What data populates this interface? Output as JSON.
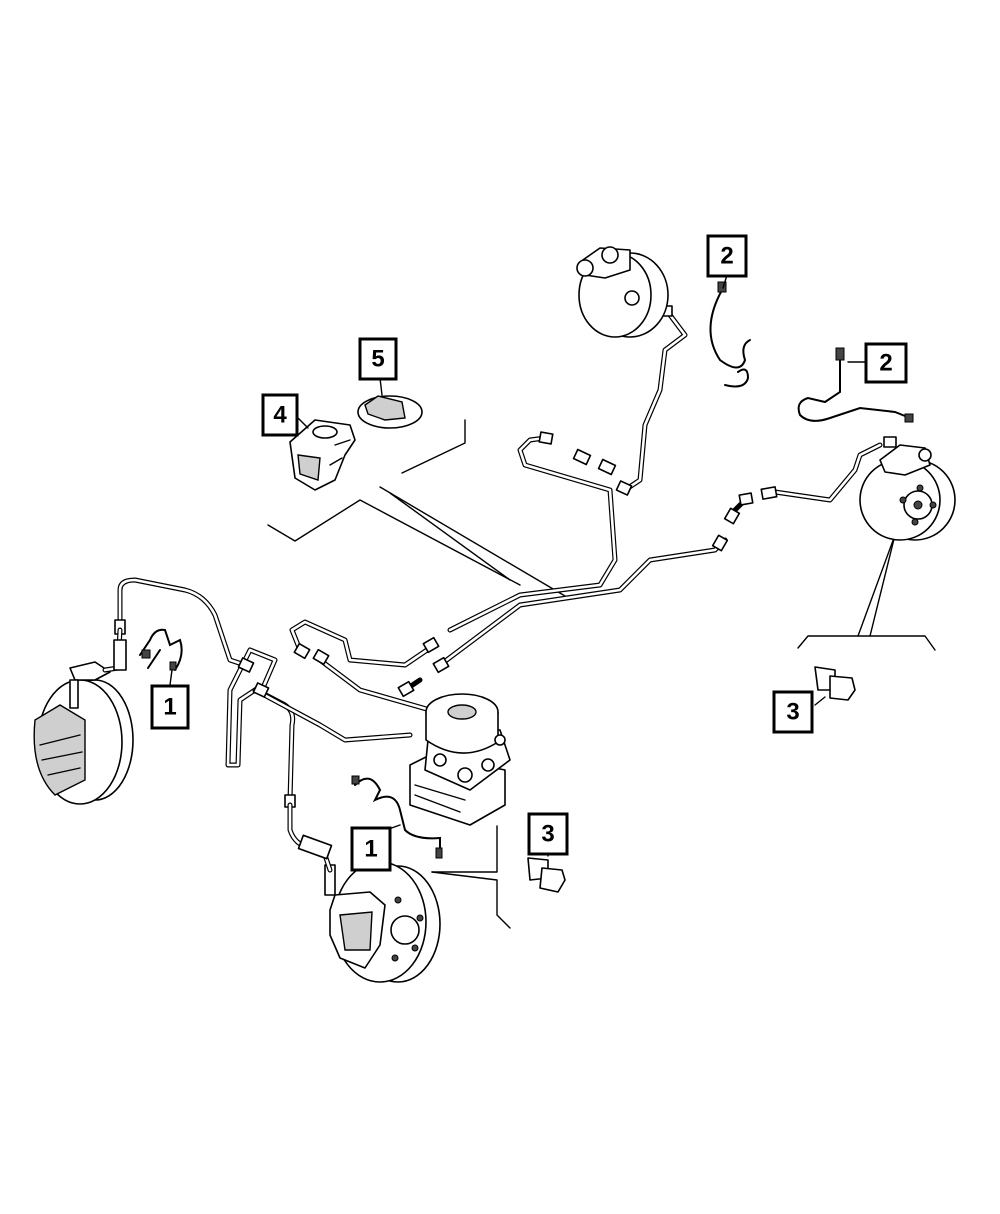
{
  "callouts": [
    {
      "id": "c1a",
      "label": "1"
    },
    {
      "id": "c1b",
      "label": "1"
    },
    {
      "id": "c2a",
      "label": "2"
    },
    {
      "id": "c2b",
      "label": "2"
    },
    {
      "id": "c3a",
      "label": "3"
    },
    {
      "id": "c3b",
      "label": "3"
    },
    {
      "id": "c4",
      "label": "4"
    },
    {
      "id": "c5",
      "label": "5"
    }
  ],
  "colors": {
    "line": "#000000",
    "background": "#ffffff",
    "shade": "#cfcfcf"
  }
}
